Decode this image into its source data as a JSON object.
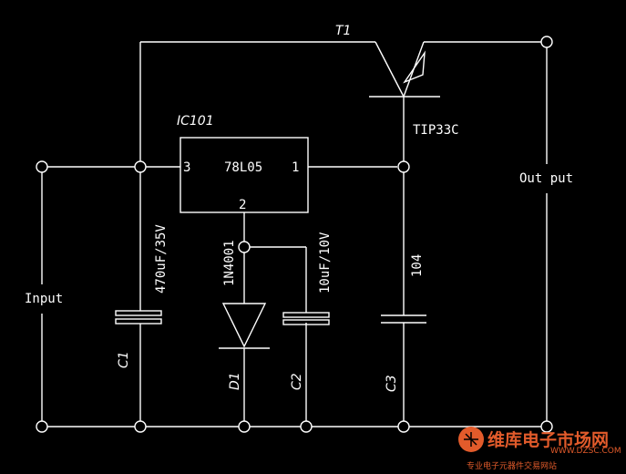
{
  "transistor": {
    "ref": "T1",
    "part": "TIP33C"
  },
  "regulator": {
    "ref": "IC101",
    "part": "78L05",
    "pin_in": "3",
    "pin_out": "1",
    "pin_gnd": "2"
  },
  "c1": {
    "ref": "C1",
    "value": "470uF/35V"
  },
  "d1": {
    "ref": "D1",
    "part": "1N4001"
  },
  "c2": {
    "ref": "C2",
    "value": "10uF/10V"
  },
  "c3": {
    "ref": "C3",
    "value": "104"
  },
  "io": {
    "input": "Input",
    "output": "Out put"
  },
  "watermark": {
    "brand": "维库电子市场网",
    "url": "WWW.DZSC.COM",
    "slogan": "专业电子元器件交易网站"
  },
  "colors": {
    "background": "#000000",
    "line": "#ffffff",
    "watermark": "#e25b2b"
  }
}
